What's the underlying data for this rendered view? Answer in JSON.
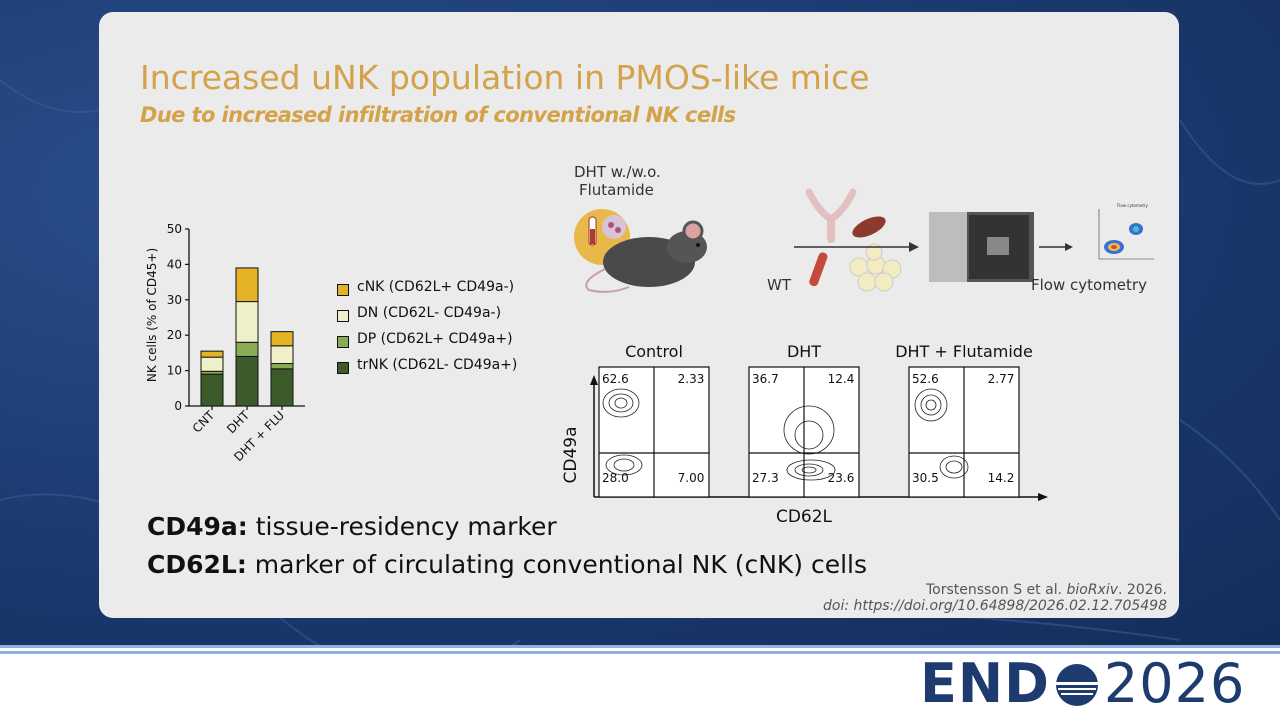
{
  "slide": {
    "title": "Increased uNK population in PMOS-like mice",
    "subtitle": "Due to increased infiltration of conventional NK cells",
    "def1_term": "CD49a:",
    "def1_text": " tissue-residency marker",
    "def2_term": "CD62L:",
    "def2_text": " marker of circulating conventional NK (cNK) cells",
    "citation_authors": "Torstensson S et al. ",
    "citation_journal": "bioRxiv",
    "citation_year": ". 2026.",
    "citation_doi": "doi: https://doi.org/10.64898/2026.02.12.705498"
  },
  "branding": {
    "endo": "END",
    "year": "2026",
    "accent": "#1e3b70"
  },
  "schematic": {
    "treatment_label_1": "DHT w./w.o.",
    "treatment_label_2": "Flutamide",
    "mouse_label": "WT",
    "instrument_label": "Flow cytometry",
    "thumb_title": "Flow cytometry"
  },
  "flow": {
    "x_label": "CD62L",
    "y_label": "CD49a",
    "panels": [
      {
        "title": "Control",
        "q_tl": "62.6",
        "q_tr": "2.33",
        "q_bl": "28.0",
        "q_br": "7.00"
      },
      {
        "title": "DHT",
        "q_tl": "36.7",
        "q_tr": "12.4",
        "q_bl": "27.3",
        "q_br": "23.6"
      },
      {
        "title": "DHT + Flutamide",
        "q_tl": "52.6",
        "q_tr": "2.77",
        "q_bl": "30.5",
        "q_br": "14.2"
      }
    ]
  },
  "chart_data": {
    "type": "bar",
    "stacked": true,
    "categories": [
      "CNT",
      "DHT",
      "DHT + FLU"
    ],
    "ylabel": "NK cells (% of CD45+)",
    "ylim": [
      0,
      50
    ],
    "yticks": [
      "0",
      "10",
      "20",
      "30",
      "40",
      "50"
    ],
    "series": [
      {
        "name": "trNK (CD62L- CD49a+)",
        "color": "#3d5a2a",
        "values": [
          9,
          14,
          10.5
        ]
      },
      {
        "name": "DP (CD62L+ CD49a+)",
        "color": "#8aab55",
        "values": [
          0.8,
          4,
          1.5
        ]
      },
      {
        "name": "DN (CD62L- CD49a-)",
        "color": "#efefc8",
        "values": [
          4,
          11.5,
          5
        ]
      },
      {
        "name": "cNK (CD62L+ CD49a-)",
        "color": "#e4b325",
        "values": [
          1.7,
          9.5,
          4
        ]
      }
    ],
    "legend_order": [
      3,
      2,
      1,
      0
    ]
  }
}
